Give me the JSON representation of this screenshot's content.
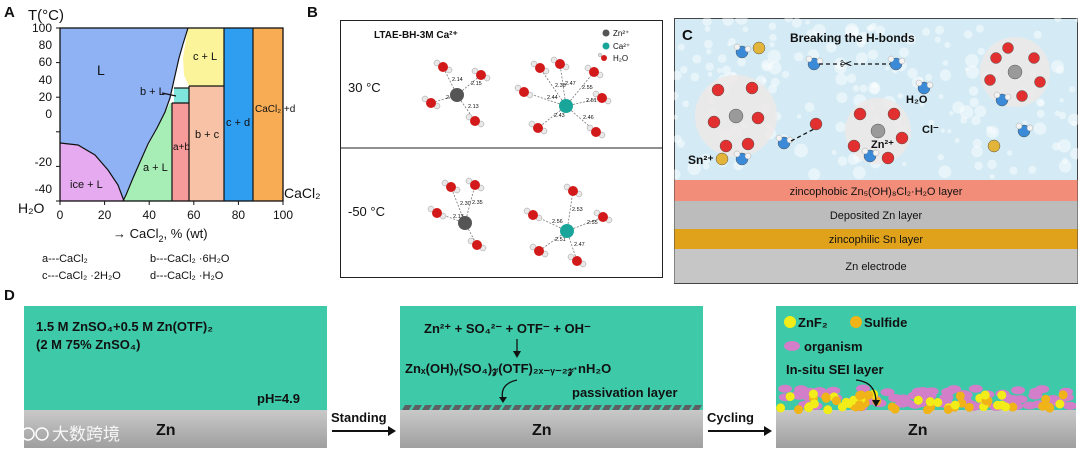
{
  "panels": {
    "a": "A",
    "b": "B",
    "c": "C",
    "d": "D"
  },
  "phase": {
    "y_axis_label": "T(°C)",
    "x_axis_label": "→ CaCl",
    "x_axis_label_sub": "2",
    "x_axis_label_rest": ", % (wt)",
    "left_component": "H₂O",
    "right_component": "CaCl₂",
    "y_ticks": [
      "100",
      "80",
      "60",
      "40",
      "20",
      "0",
      "-20",
      "-40"
    ],
    "x_ticks": [
      "0",
      "20",
      "40",
      "60",
      "80",
      "100"
    ],
    "regions": {
      "L": "L",
      "bL": "b + L",
      "cL": "c + L",
      "aL": "a + L",
      "ab": "a+b",
      "bc": "b + c",
      "cd": "c + d",
      "CaCl2d": "CaCl₂ +d",
      "iceL": "ice + L"
    },
    "legend": [
      "a---CaCl₂",
      "b---CaCl₂ ·6H₂O",
      "c---CaCl₂ ·2H₂O",
      "d---CaCl₂ ·H₂O"
    ],
    "colors": {
      "L": "#8fb2f5",
      "ice": "#e6aaf0",
      "aL": "#a6eeb5",
      "ab": "#f69a9a",
      "bc": "#f8c2a6",
      "cL": "#fbf49a",
      "bL_small": "#7ee6dc",
      "cd": "#2f9ef0",
      "CaCl2d": "#f8ad55"
    }
  },
  "molecules": {
    "title": "LTAE-BH-3M Ca²⁺",
    "legend": [
      "Zn²⁺",
      "Ca²⁺",
      "H₂O"
    ],
    "row_30": "30 °C",
    "row_m50": "-50 °C",
    "bonds_30_left": [
      "2.14",
      "2.15",
      "2.13",
      "2.13"
    ],
    "bonds_30_right": [
      "2.38",
      "2.47",
      "2.55",
      "2.51",
      "2.44",
      "2.43",
      "2.46"
    ],
    "bonds_m50_left": [
      "2.30",
      "2.35",
      "2.13"
    ],
    "bonds_m50_right": [
      "2.53",
      "2.56",
      "2.55",
      "2.51",
      "2.47"
    ]
  },
  "panel_c": {
    "title": "Breaking the H-bonds",
    "labels": {
      "h2o": "H₂O",
      "cl": "Cl⁻",
      "zn": "Zn²⁺",
      "sn": "Sn²⁺"
    },
    "layers": [
      "zincophobic Zn₅(OH)₈Cl₂·H₂O  layer",
      "Deposited Zn layer",
      "zincophilic Sn layer",
      "Zn electrode"
    ],
    "colors": {
      "water": "#cfe8f4",
      "zincophobic": "#f28d7a",
      "deposited": "#bcbcbc",
      "sn": "#e0a11b",
      "electrode": "#c8c8c8"
    }
  },
  "panel_d": {
    "electrolyte_line1": "1.5 M ZnSO₄+0.5 M Zn(OTF)₂",
    "electrolyte_line2": "(2 M 75% ZnSO₄)",
    "ph": "pH=4.9",
    "zn": "Zn",
    "standing": "Standing",
    "cycling": "Cycling",
    "ions": "Zn²⁺ + SO₄²⁻ + OTF⁻ + OH⁻",
    "product": "Znₓ(OH)ᵧ(SO₄)𝓏(OTF)₂ₓ₋ᵧ₋₂𝓏·nH₂O",
    "passivation": "passivation layer",
    "znf2": "ZnF₂",
    "sulfide": "Sulfide",
    "organism": "organism",
    "sei": "In-situ SEI layer",
    "watermark": "大数跨境",
    "colors": {
      "electrolyte": "#3ec9a9",
      "zn": "#b8b8b8",
      "znf2": "#f2ec18",
      "sulfide": "#f0b418",
      "organism": "#d27ec8"
    }
  }
}
